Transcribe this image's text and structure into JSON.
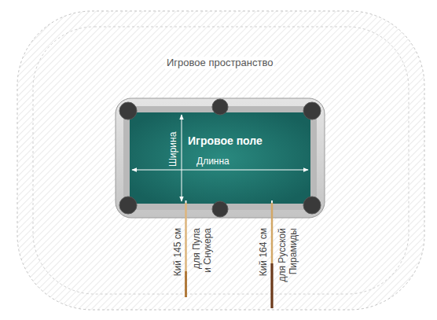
{
  "diagram": {
    "nodes": [
      {
        "text": [
          "Игровое пространство"
        ]
      },
      {
        "text": [
          "Игровое поле"
        ],
        "in": 0
      }
    ],
    "labels": [
      "Ширина",
      "Длинна",
      "Кий 145 см",
      "для Пула и Снукера",
      "Кий 164 см",
      "для Русской Пирамиды"
    ]
  }
}
